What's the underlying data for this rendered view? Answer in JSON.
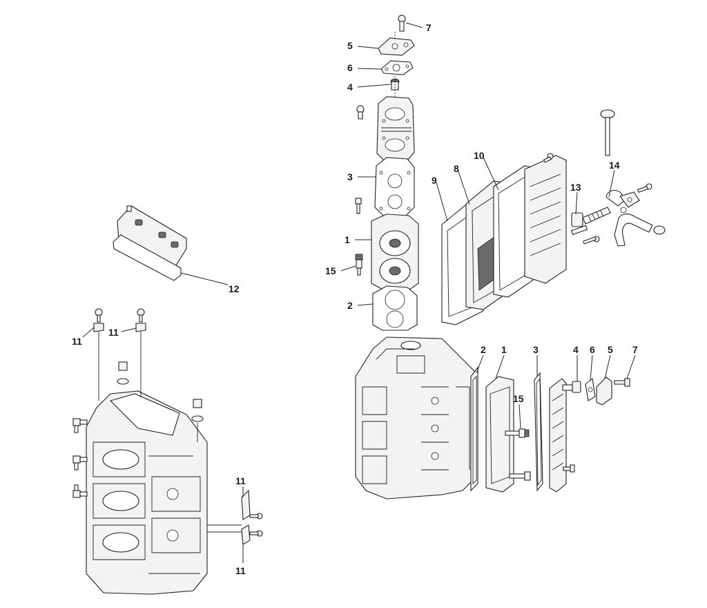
{
  "callouts": [
    {
      "id": "c7a",
      "text": "7"
    },
    {
      "id": "c5a",
      "text": "5"
    },
    {
      "id": "c6a",
      "text": "6"
    },
    {
      "id": "c4a",
      "text": "4"
    },
    {
      "id": "c3a",
      "text": "3"
    },
    {
      "id": "c1a",
      "text": "1"
    },
    {
      "id": "c15a",
      "text": "15"
    },
    {
      "id": "c2a",
      "text": "2"
    },
    {
      "id": "c9",
      "text": "9"
    },
    {
      "id": "c8",
      "text": "8"
    },
    {
      "id": "c10",
      "text": "10"
    },
    {
      "id": "c13",
      "text": "13"
    },
    {
      "id": "c14",
      "text": "14"
    },
    {
      "id": "c12",
      "text": "12"
    },
    {
      "id": "c11a",
      "text": "11"
    },
    {
      "id": "c11b",
      "text": "11"
    },
    {
      "id": "c11c",
      "text": "11"
    },
    {
      "id": "c11d",
      "text": "11"
    },
    {
      "id": "c2b",
      "text": "2"
    },
    {
      "id": "c1b",
      "text": "1"
    },
    {
      "id": "c3b",
      "text": "3"
    },
    {
      "id": "c4b",
      "text": "4"
    },
    {
      "id": "c6b",
      "text": "6"
    },
    {
      "id": "c5b",
      "text": "5"
    },
    {
      "id": "c7b",
      "text": "7"
    },
    {
      "id": "c15b",
      "text": "15"
    }
  ]
}
